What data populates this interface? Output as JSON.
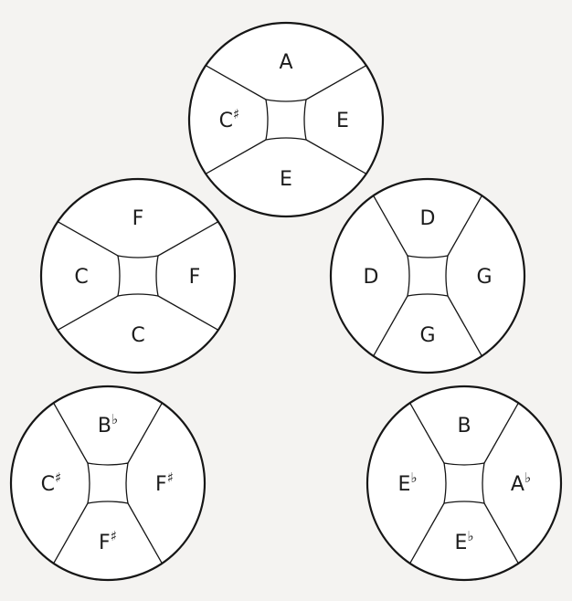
{
  "diagrams": [
    {
      "orientation": "horizontal",
      "sections": {
        "top": {
          "letter": "A",
          "accidental": ""
        },
        "bottom": {
          "letter": "E",
          "accidental": ""
        },
        "left": {
          "letter": "C",
          "accidental": "♯"
        },
        "right": {
          "letter": "E",
          "accidental": ""
        }
      }
    },
    {
      "orientation": "horizontal",
      "sections": {
        "top": {
          "letter": "F",
          "accidental": ""
        },
        "bottom": {
          "letter": "C",
          "accidental": ""
        },
        "left": {
          "letter": "C",
          "accidental": ""
        },
        "right": {
          "letter": "F",
          "accidental": ""
        }
      }
    },
    {
      "orientation": "vertical",
      "sections": {
        "top": {
          "letter": "D",
          "accidental": ""
        },
        "bottom": {
          "letter": "G",
          "accidental": ""
        },
        "left": {
          "letter": "D",
          "accidental": ""
        },
        "right": {
          "letter": "G",
          "accidental": ""
        }
      }
    },
    {
      "orientation": "vertical",
      "sections": {
        "top": {
          "letter": "B",
          "accidental": "♭"
        },
        "bottom": {
          "letter": "F",
          "accidental": "♯"
        },
        "left": {
          "letter": "C",
          "accidental": "♯"
        },
        "right": {
          "letter": "F",
          "accidental": "♯"
        }
      }
    },
    {
      "orientation": "vertical",
      "sections": {
        "top": {
          "letter": "B",
          "accidental": ""
        },
        "bottom": {
          "letter": "E",
          "accidental": "♭"
        },
        "left": {
          "letter": "E",
          "accidental": "♭"
        },
        "right": {
          "letter": "A",
          "accidental": "♭"
        }
      }
    }
  ]
}
